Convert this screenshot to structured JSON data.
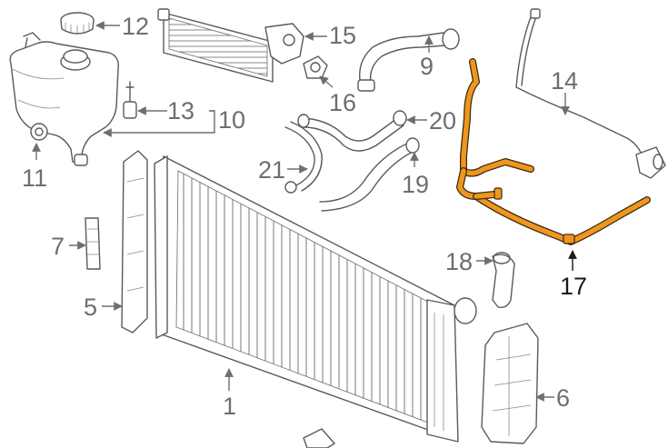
{
  "colors": {
    "highlight": "#f0961e",
    "outline": "#5a5a5a",
    "label": "#6e6e6e",
    "label_highlight": "#1a1a1a",
    "background": "#ffffff"
  },
  "callouts": [
    {
      "id": "12",
      "label": "12"
    },
    {
      "id": "15",
      "label": "15"
    },
    {
      "id": "9",
      "label": "9"
    },
    {
      "id": "16",
      "label": "16"
    },
    {
      "id": "14",
      "label": "14"
    },
    {
      "id": "13",
      "label": "13"
    },
    {
      "id": "10",
      "label": "10"
    },
    {
      "id": "20",
      "label": "20"
    },
    {
      "id": "11",
      "label": "11"
    },
    {
      "id": "21",
      "label": "21"
    },
    {
      "id": "19",
      "label": "19"
    },
    {
      "id": "7",
      "label": "7"
    },
    {
      "id": "18",
      "label": "18"
    },
    {
      "id": "17",
      "label": "17",
      "highlighted": true
    },
    {
      "id": "5",
      "label": "5"
    },
    {
      "id": "6",
      "label": "6"
    },
    {
      "id": "1",
      "label": "1"
    }
  ]
}
